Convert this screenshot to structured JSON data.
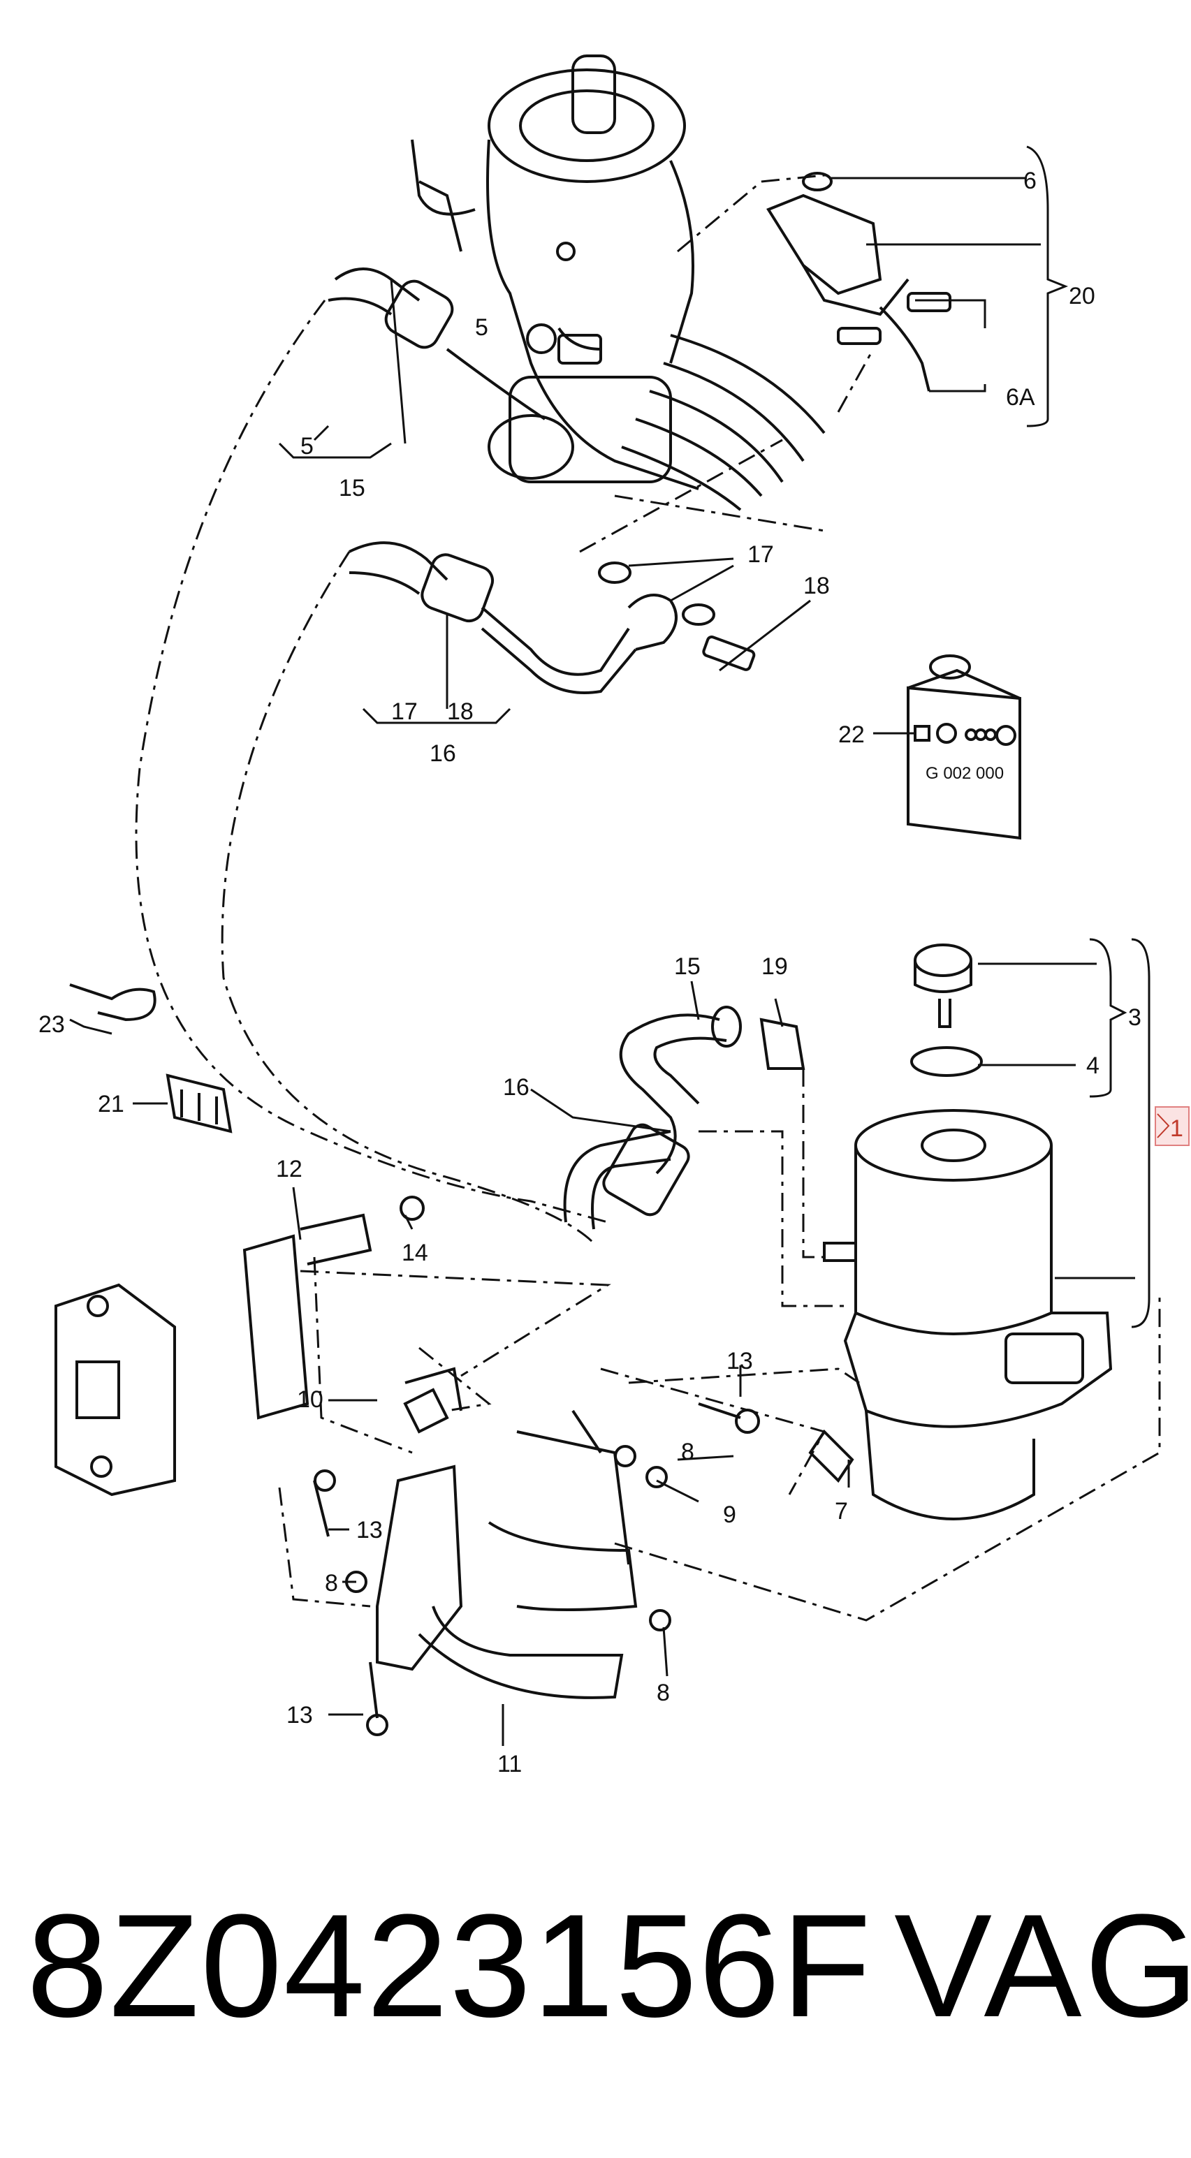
{
  "diagram": {
    "callouts": {
      "c6": "6",
      "c20": "20",
      "c6a": "6A",
      "c5a": "5",
      "c5b": "5",
      "c15a": "15",
      "c17a": "17",
      "c18a": "18",
      "c17b": "17",
      "c18b": "18",
      "c16a": "16",
      "c22": "22",
      "c15b": "15",
      "c19": "19",
      "c3": "3",
      "c4": "4",
      "c1": "1",
      "c23": "23",
      "c16b": "16",
      "c21": "21",
      "c12": "12",
      "c14": "14",
      "c13a": "13",
      "c10": "10",
      "c8a": "8",
      "c9": "9",
      "c7": "7",
      "c13b": "13",
      "c8b": "8",
      "c8c": "8",
      "c13c": "13",
      "c11": "11"
    },
    "can_label": "G 002 000"
  },
  "caption": {
    "part_number": "8Z0423156F",
    "brand": "VAG"
  },
  "colors": {
    "line": "#111111",
    "highlight": "#e08080",
    "highlight_fill": "#fbe3e3"
  }
}
